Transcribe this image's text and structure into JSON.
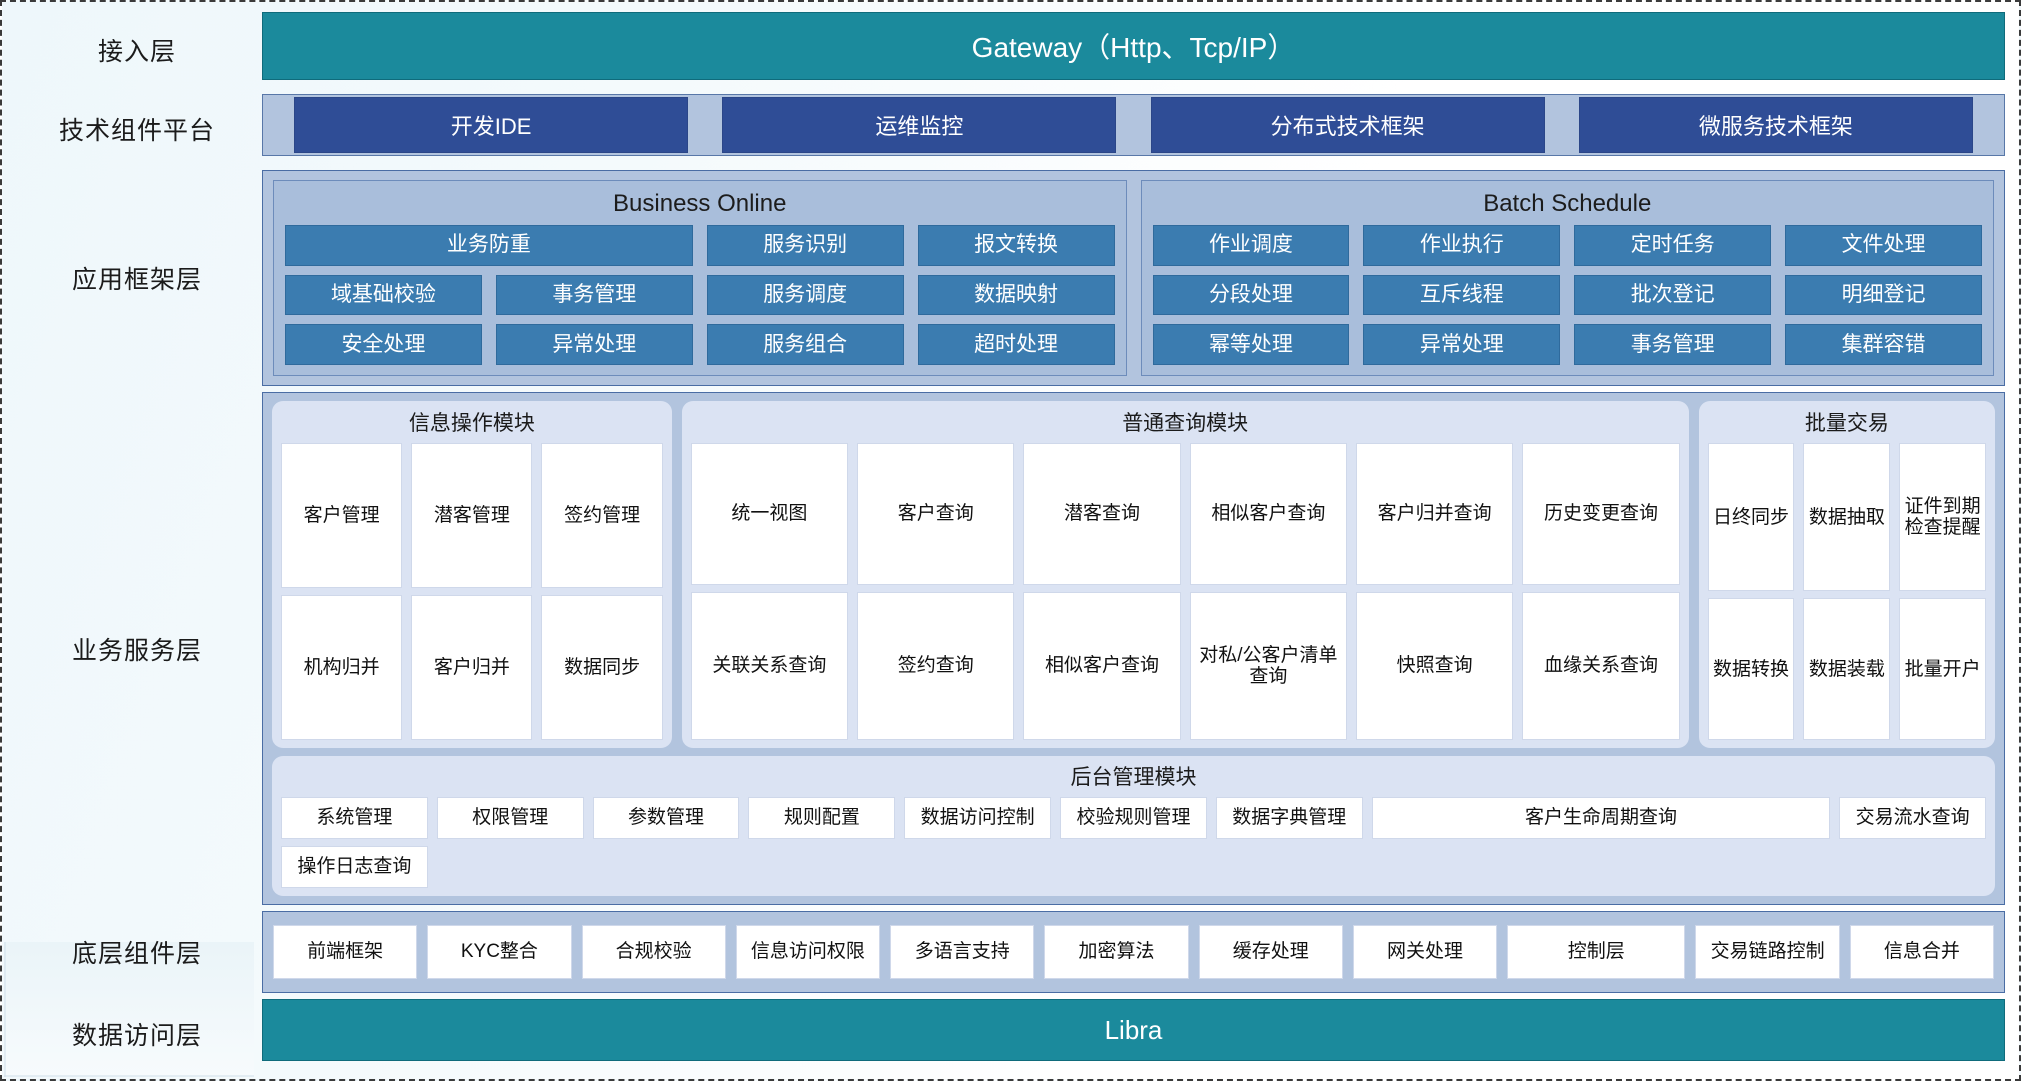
{
  "layers": [
    {
      "label": "接入层"
    },
    {
      "label": "技术组件平台"
    },
    {
      "label": "应用框架层"
    },
    {
      "label": "业务服务层"
    },
    {
      "label": "底层组件层"
    },
    {
      "label": "数据访问层"
    }
  ],
  "gateway": {
    "title": "Gateway（Http、Tcp/IP）"
  },
  "tech_platform": {
    "items": [
      "开发IDE",
      "运维监控",
      "分布式技术框架",
      "微服务技术框架"
    ]
  },
  "app_framework": {
    "business_online": {
      "title": "Business Online",
      "cells": [
        "业务防重",
        "服务识别",
        "报文转换",
        "域基础校验",
        "事务管理",
        "服务调度",
        "数据映射",
        "安全处理",
        "异常处理",
        "服务组合",
        "超时处理"
      ]
    },
    "batch_schedule": {
      "title": "Batch Schedule",
      "cells": [
        "作业调度",
        "作业执行",
        "定时任务",
        "文件处理",
        "分段处理",
        "互斥线程",
        "批次登记",
        "明细登记",
        "幂等处理",
        "异常处理",
        "事务管理",
        "集群容错"
      ]
    }
  },
  "business_service": {
    "info_module": {
      "title": "信息操作模块",
      "cells": [
        "客户管理",
        "潜客管理",
        "签约管理",
        "机构归并",
        "客户归并",
        "数据同步"
      ]
    },
    "query_module": {
      "title": "普通查询模块",
      "cells": [
        "统一视图",
        "客户查询",
        "潜客查询",
        "相似客户查询",
        "客户归并查询",
        "历史变更查询",
        "关联关系查询",
        "签约查询",
        "相似客户查询",
        "对私/公客户清单查询",
        "快照查询",
        "血缘关系查询"
      ]
    },
    "batch_module": {
      "title": "批量交易",
      "cells": [
        "日终同步",
        "数据抽取",
        "证件到期检查提醒",
        "数据转换",
        "数据装载",
        "批量开户"
      ]
    },
    "admin_module": {
      "title": "后台管理模块",
      "cells": [
        "系统管理",
        "权限管理",
        "参数管理",
        "规则配置",
        "数据访问控制",
        "校验规则管理",
        "数据字典管理",
        "客户生命周期查询",
        "交易流水查询",
        "操作日志查询"
      ]
    }
  },
  "component_layer": {
    "items": [
      "前端框架",
      "KYC整合",
      "合规校验",
      "信息访问权限",
      "多语言支持",
      "加密算法",
      "缓存处理",
      "网关处理",
      "控制层",
      "交易链路控制",
      "信息合并"
    ]
  },
  "data_access": {
    "title": "Libra"
  },
  "colors": {
    "teal": "#1b8a9c",
    "band": "#b2c4de",
    "panel": "#a9bedb",
    "chip_blue": "#2f4d96",
    "cell_blue": "#3b7cb0",
    "module_bg": "#dbe3f3",
    "white_cell": "#ffffff"
  }
}
